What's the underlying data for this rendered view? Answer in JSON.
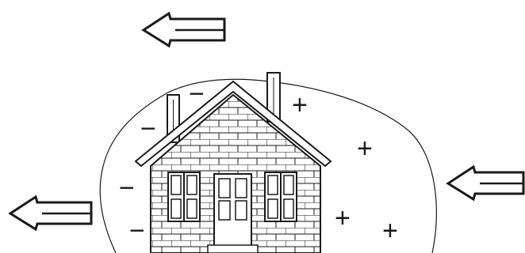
{
  "diagram": {
    "house": {
      "parts": [
        "roof",
        "left-chimney",
        "right-chimney",
        "brick-wall",
        "front-door",
        "left-window",
        "right-window"
      ]
    },
    "wind": {
      "arrows": [
        "top-arrow",
        "left-arrow",
        "right-arrow"
      ],
      "direction": "right-to-left"
    },
    "pressure_signs": {
      "windward_label": "+",
      "leeward_label": "−"
    },
    "colors": {
      "ink": "#1a1a1a",
      "background": "#ffffff"
    }
  }
}
